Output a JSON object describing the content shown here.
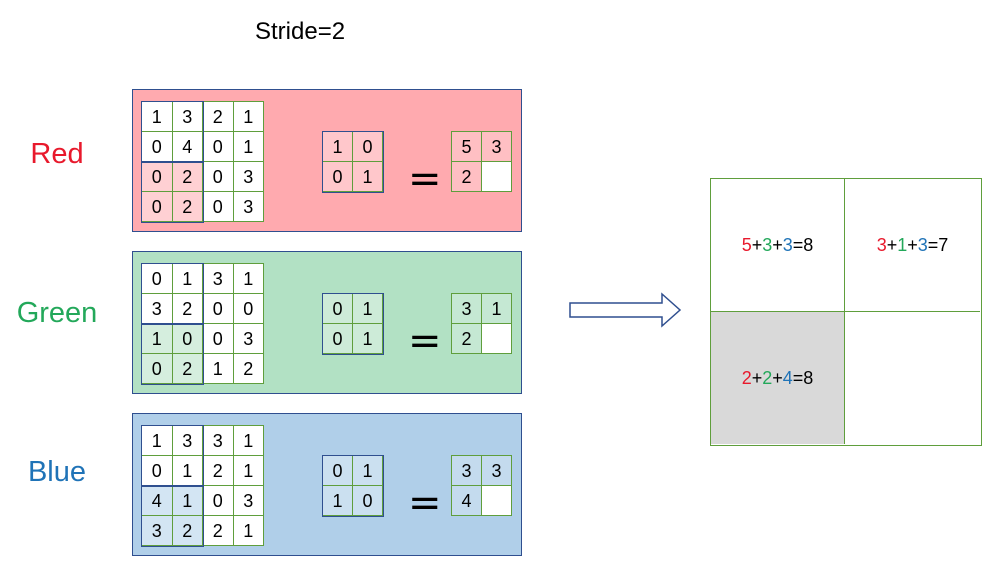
{
  "title": "Stride=2",
  "colors": {
    "red": "#e8192c",
    "green": "#23a85a",
    "blue": "#1f73b7",
    "red_panel": "#ffaaaf",
    "green_panel": "#b2e1c4",
    "blue_panel": "#b0cfe9",
    "cell_border": "#5f9e3c",
    "panel_border": "#2f4f8f",
    "gray_cell": "#d9d9d9"
  },
  "channels": [
    {
      "label": "Red",
      "input": [
        [
          "1",
          "3",
          "2",
          "1"
        ],
        [
          "0",
          "4",
          "0",
          "1"
        ],
        [
          "0",
          "2",
          "0",
          "3"
        ],
        [
          "0",
          "2",
          "0",
          "3"
        ]
      ],
      "kernel": [
        [
          "1",
          "0"
        ],
        [
          "0",
          "1"
        ]
      ],
      "output": [
        [
          "5",
          "3"
        ],
        [
          "2",
          ""
        ]
      ]
    },
    {
      "label": "Green",
      "input": [
        [
          "0",
          "1",
          "3",
          "1"
        ],
        [
          "3",
          "2",
          "0",
          "0"
        ],
        [
          "1",
          "0",
          "0",
          "3"
        ],
        [
          "0",
          "2",
          "1",
          "2"
        ]
      ],
      "kernel": [
        [
          "0",
          "1"
        ],
        [
          "0",
          "1"
        ]
      ],
      "output": [
        [
          "3",
          "1"
        ],
        [
          "2",
          ""
        ]
      ]
    },
    {
      "label": "Blue",
      "input": [
        [
          "1",
          "3",
          "3",
          "1"
        ],
        [
          "0",
          "1",
          "2",
          "1"
        ],
        [
          "4",
          "1",
          "0",
          "3"
        ],
        [
          "3",
          "2",
          "2",
          "1"
        ]
      ],
      "kernel": [
        [
          "0",
          "1"
        ],
        [
          "1",
          "0"
        ]
      ],
      "output": [
        [
          "3",
          "3"
        ],
        [
          "4",
          ""
        ]
      ]
    }
  ],
  "equals_sign": "=",
  "result": [
    {
      "r": "5",
      "g": "3",
      "b": "3",
      "total": "8"
    },
    {
      "r": "3",
      "g": "1",
      "b": "3",
      "total": "7"
    },
    {
      "r": "2",
      "g": "2",
      "b": "4",
      "total": "8"
    },
    null
  ]
}
